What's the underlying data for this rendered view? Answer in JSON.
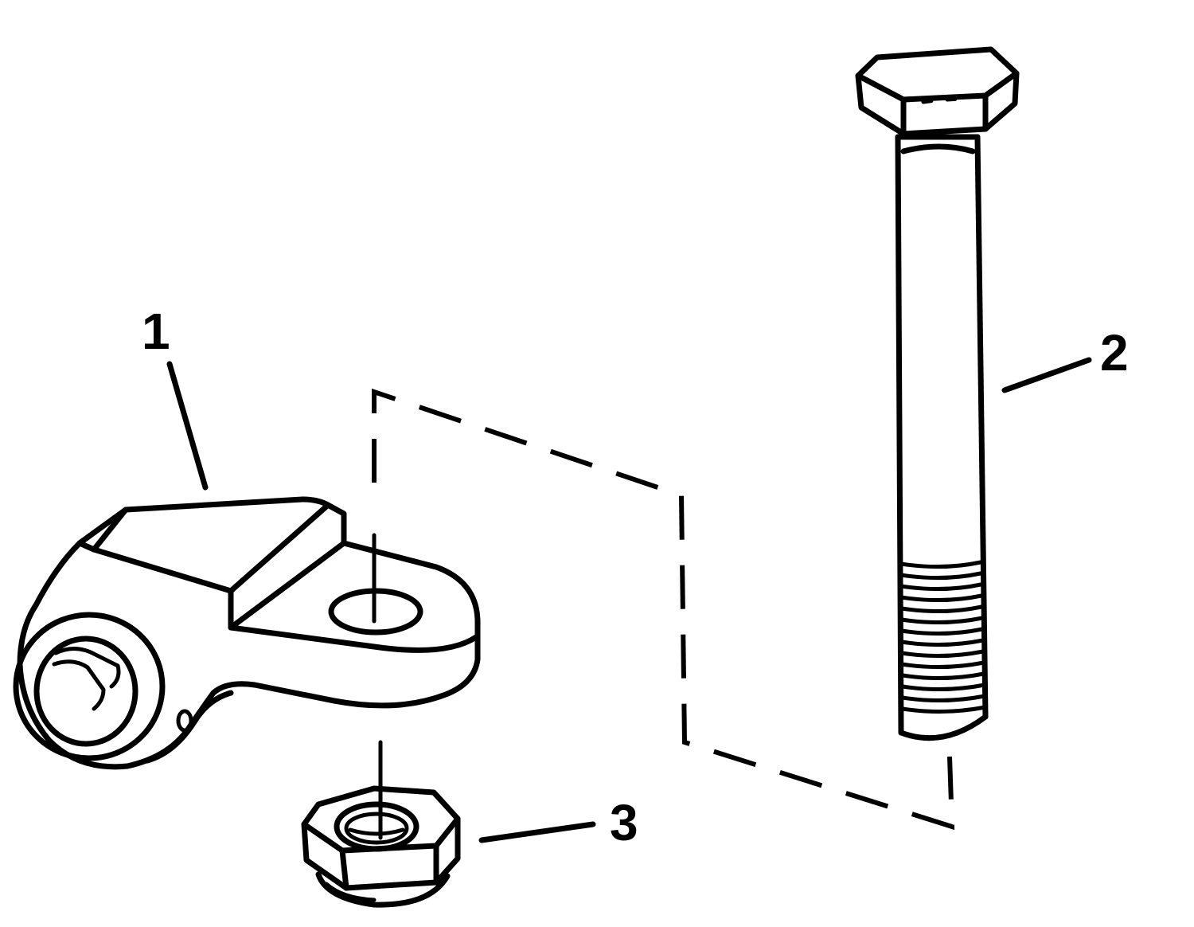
{
  "callouts": {
    "part1": "1",
    "part2": "2",
    "part3": "3"
  },
  "colors": {
    "line": "#000000",
    "background": "#ffffff"
  }
}
